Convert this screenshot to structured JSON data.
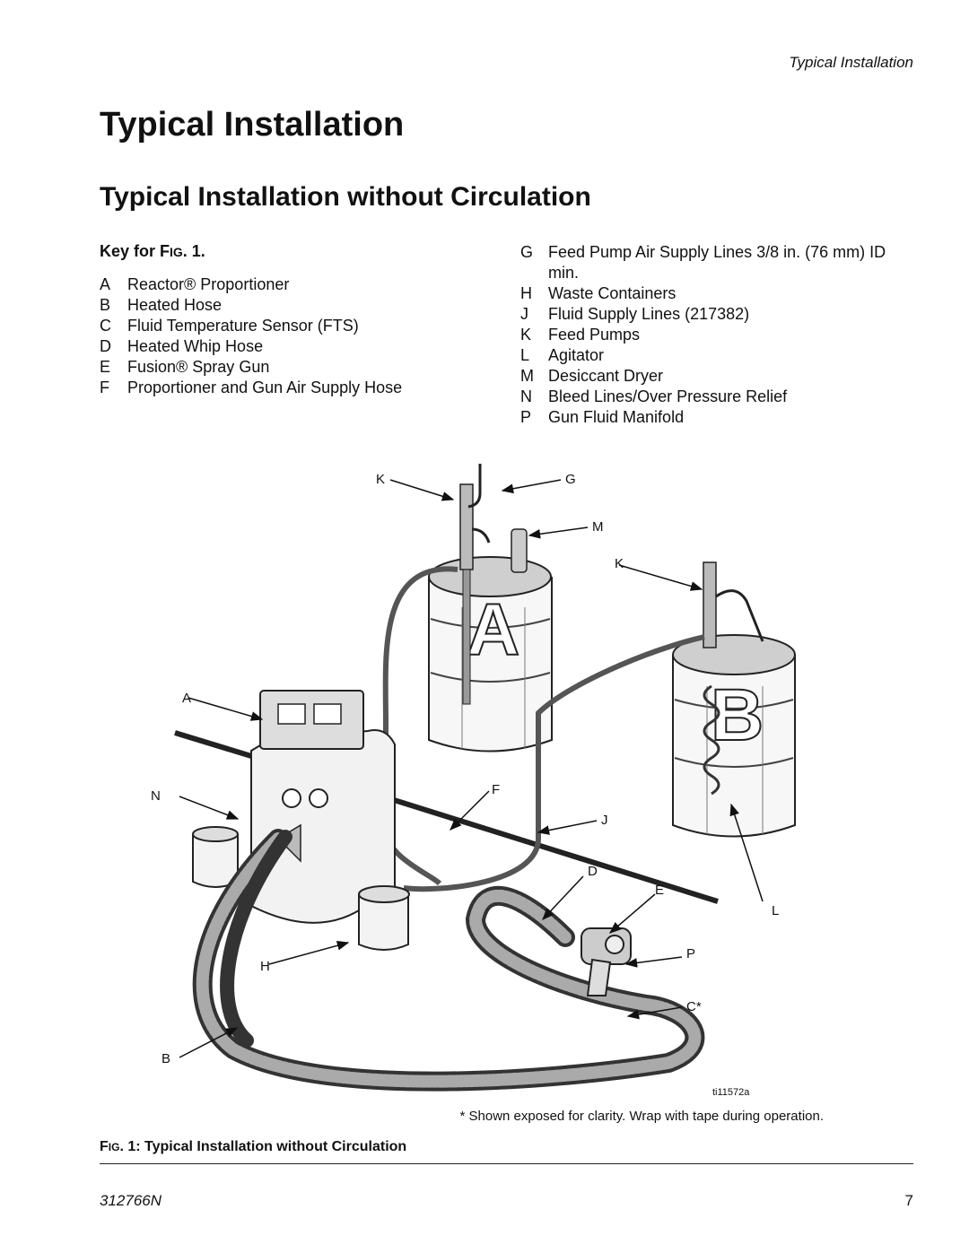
{
  "header": {
    "running_title": "Typical Installation"
  },
  "title": "Typical Installation",
  "subtitle": "Typical Installation without Circulation",
  "key": {
    "title_prefix": "Key for F",
    "title_small": "IG",
    "title_suffix": ". 1.",
    "left_items": [
      {
        "letter": "A",
        "text": "Reactor® Proportioner"
      },
      {
        "letter": "B",
        "text": "Heated Hose"
      },
      {
        "letter": "C",
        "text": "Fluid Temperature Sensor (FTS)"
      },
      {
        "letter": "D",
        "text": "Heated Whip Hose"
      },
      {
        "letter": "E",
        "text": "Fusion® Spray Gun"
      },
      {
        "letter": "F",
        "text": "Proportioner and Gun Air Supply Hose"
      }
    ],
    "right_items": [
      {
        "letter": "G",
        "text": "Feed Pump Air Supply Lines 3/8 in. (76 mm) ID min."
      },
      {
        "letter": "H",
        "text": "Waste Containers"
      },
      {
        "letter": "J",
        "text": "Fluid Supply Lines (217382)"
      },
      {
        "letter": "K",
        "text": "Feed Pumps"
      },
      {
        "letter": "L",
        "text": "Agitator"
      },
      {
        "letter": "M",
        "text": "Desiccant Dryer"
      },
      {
        "letter": "N",
        "text": "Bleed Lines/Over Pressure Relief"
      },
      {
        "letter": "P",
        "text": "Gun Fluid Manifold"
      }
    ]
  },
  "figure": {
    "callouts": {
      "K1": "K",
      "G": "G",
      "M": "M",
      "K2": "K",
      "A": "A",
      "N": "N",
      "F": "F",
      "J": "J",
      "D": "D",
      "E": "E",
      "L": "L",
      "P": "P",
      "H": "H",
      "C": "C*",
      "B": "B"
    },
    "drum_a_letter": "A",
    "drum_b_letter": "B",
    "image_id": "ti11572a"
  },
  "footnote": "* Shown exposed for clarity. Wrap with tape during operation.",
  "caption": {
    "prefix": "F",
    "small": "IG",
    "rest": ". 1: Typical Installation without Circulation"
  },
  "footer": {
    "doc_number": "312766N",
    "page_number": "7"
  }
}
